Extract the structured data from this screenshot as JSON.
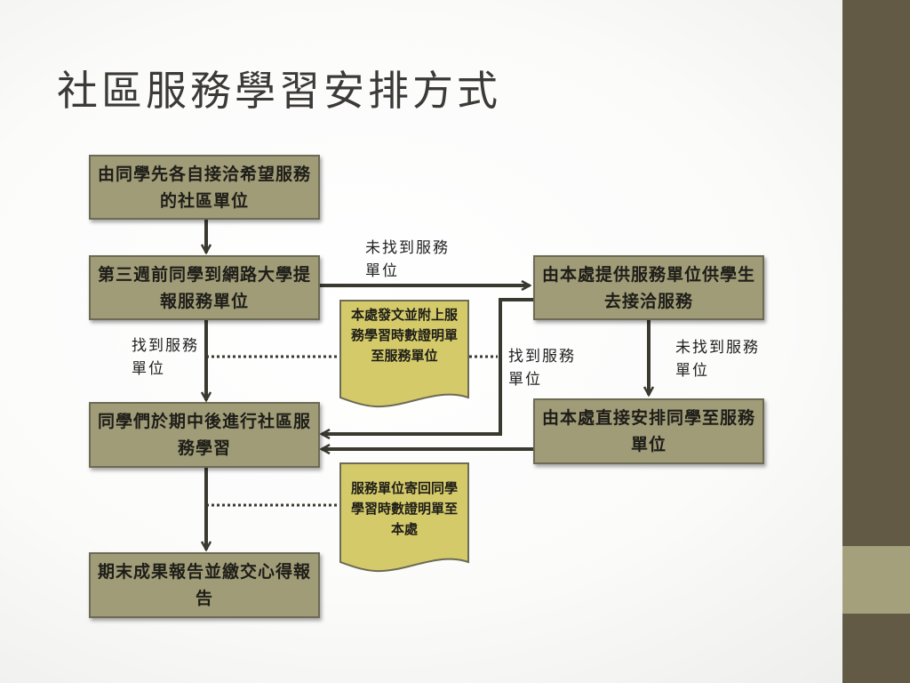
{
  "title": "社區服務學習安排方式",
  "boxes": {
    "b1": "由同學先各自接洽希望服務的社區單位",
    "b2": "第三週前同學到網路大學提報服務單位",
    "b3": "由本處提供服務單位供學生去接洽服務",
    "b4": "同學們於期中後進行社區服務學習",
    "b5": "由本處直接安排同學至服務單位",
    "b6": "期末成果報告並繳交心得報告"
  },
  "documents": {
    "d1": "本處發文並附上服務學習時數證明單至服務單位",
    "d2": "服務單位寄回同學學習時數證明單至本處"
  },
  "labels": {
    "not_found_top": "未找到服務單位",
    "found_left": "找到服務單位",
    "found_mid": "找到服務單位",
    "not_found_right": "未找到服務單位"
  },
  "colors": {
    "box_fill": "#a09c78",
    "doc_fill": "#d4ca6a",
    "sidebar": "#625a45",
    "sidebar_accent": "#a5a07c",
    "arrow": "#3a3930"
  }
}
